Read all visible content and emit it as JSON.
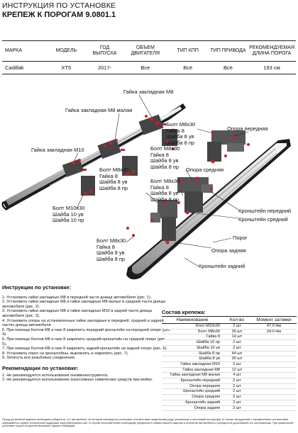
{
  "header": {
    "title": "ИНСТРУКЦИЯ ПО УСТАНОВКЕ",
    "subtitle": "КРЕПЕЖ К ПОРОГАМ 9.0801.1"
  },
  "spec_table": {
    "headers": [
      "МАРКА",
      "МОДЕЛЬ",
      "ГОД ВЫПУСКА",
      "ОБЪЕМ ДВИГАТЕЛЯ",
      "ТИП КПП",
      "ТИП ПРИВОДА",
      "РЕКОМЕНДУЕМАЯ ДЛИНА ПОРОГА"
    ],
    "row": [
      "Cadillak",
      "XT5",
      "2017-",
      "Все",
      "Все",
      "Все",
      "193 см"
    ]
  },
  "diagram_labels": {
    "nut_m8": "Гайка закладная М8",
    "nut_m8_small": "Гайка закладная М8 малая",
    "nut_m10": "Гайка закладная М10",
    "bolt_group_1": "Болт М8х30\nГайка 8\nШайба 8 ув\nШайба 8 пр",
    "bolt_group_2": "Болт М8х30\nГайка 8\nШайба 8 ув\nШайба 8 пр",
    "bolt_group_3": "Болт М8х30\nГайка 8\nШайба 8 ув\nШайба 8 пр",
    "bolt_group_4": "Болт М8х30\nГайка 8\nШайба 8 ув\nШайба 8 пр",
    "bolt_group_5": "Болт М8х30\nГайка 8\nШайба 8 ув\nШайба 8 пр",
    "bolt_m10": "Болт М10х30\nШайба 10 ув\nШайба 10 пр",
    "support_front": "Опора передняя",
    "support_middle": "Опора средняя",
    "bracket_front": "Кронштейн передний",
    "bracket_middle": "Кронштейн средний",
    "sill": "Порог",
    "support_rear": "Опора задняя",
    "bracket_rear": "Кронштейн задний"
  },
  "instructions": {
    "title": "Инструкция по установке:",
    "steps": [
      "1. Установить гайки закладные М8 в передней части днища автомобиля (рис. 1).",
      "2. Установить гайки закладные М8 и гайки закладные М8 малые в средней части днища автомобиля (рис. 2).",
      "3. Установить гайки закладные М8 и гайки закладные М10 в задней части днища автомобиля (рис. 3).",
      "4. Установить опоры на установленные гайки закладные в передней, средней и задней частях днища автомобиля.",
      "5. При помощи болтов М8 и гаек 8 закрепить передний кронштейн на передней опоре (рис. 4).",
      "6. При помощи болтов М8 и гаек 8 закрепить средний кронштейн на средней опоре (рис. 5).",
      "7. При помощи болтов М8 и гаек 8 закрепить задний кронштейн на задней опоре (рис. 6).",
      "8. Установить порог на кронштейны, выровнять и закрепить (рис. 7).",
      "9. Затянуть все резьбовые соединения."
    ],
    "rec_title": "Рекомендации по установке:",
    "recs": [
      "1. Не рекомендуется использование пневмоинструмента.",
      "2. Не рекомендуется использование агрессивных химических средств при мойке."
    ]
  },
  "kit": {
    "title": "Состав крепежа:",
    "headers": [
      "Наименование",
      "Кол-во",
      "Момент затяжки"
    ],
    "rows": [
      [
        "Болт М10х30",
        "2 шт",
        "47.0 Нм"
      ],
      [
        "Болт М8х30",
        "30 шт",
        "24.0 Нм"
      ],
      [
        "Гайка 8",
        "14 шт",
        ""
      ],
      [
        "Шайба 10 пр",
        "2 шт",
        ""
      ],
      [
        "Шайба 10 ув",
        "2 шт",
        ""
      ],
      [
        "Шайба 8 пр",
        "44 шт",
        ""
      ],
      [
        "Шайба 8 ув",
        "30 шт",
        ""
      ],
      [
        "Гайка закладная М10",
        "2 шт",
        ""
      ],
      [
        "Гайка закладная М8",
        "12 шт",
        ""
      ],
      [
        "Гайка закладная М8 малая",
        "4 шт",
        ""
      ],
      [
        "Кронштейн передний",
        "2 шт",
        ""
      ],
      [
        "Опора передняя",
        "2 шт",
        ""
      ],
      [
        "Кронштейн средний",
        "2 шт",
        ""
      ],
      [
        "Опора средняя",
        "2 шт",
        ""
      ],
      [
        "Кронштейн задний",
        "2 шт",
        ""
      ],
      [
        "Опора задняя",
        "2 шт",
        ""
      ]
    ]
  },
  "footer": "Перед установкой изделия необходимо убедиться, что автомобиль, на который планируется установка, соответствует модельному ряду, указанному в настоящей инструкции. В случае затруднений с определением соответствия обращайтесь службу технической поддержки support@rivalauto.com. В случае несоответствия необходимо убедиться в совместимости изделия и агрегатов автомобиля и пригодности дальнейшей его эксплуатации. При правильной установке порога не должно возникать шумов и вибраций."
}
